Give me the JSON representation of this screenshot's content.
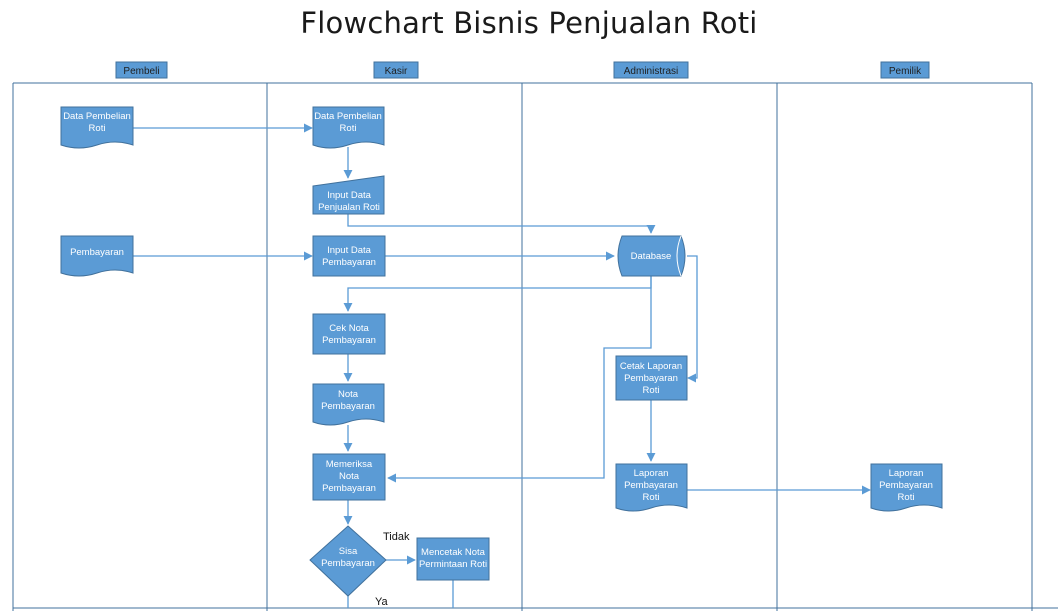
{
  "title": "Flowchart Bisnis Penjualan Roti",
  "lanes": {
    "pembeli": "Pembeli",
    "kasir": "Kasir",
    "administrasi": "Administrasi",
    "pemilik": "Pemilik"
  },
  "nodes": {
    "pembeli_data": [
      "Data Pembelian",
      "Roti"
    ],
    "pembeli_bayar": [
      "Pembayaran"
    ],
    "kasir_data": [
      "Data Pembelian",
      "Roti"
    ],
    "kasir_input_jual": [
      "Input Data",
      "Penjualan Roti"
    ],
    "kasir_input_bayar": [
      "Input Data",
      "Pembayaran"
    ],
    "kasir_cek": [
      "Cek Nota",
      "Pembayaran"
    ],
    "kasir_nota": [
      "Nota",
      "Pembayaran"
    ],
    "kasir_memeriksa": [
      "Memeriksa",
      "Nota",
      "Pembayaran"
    ],
    "kasir_sisa": [
      "Sisa",
      "Pembayaran"
    ],
    "kasir_mencetak": [
      "Mencetak Nota",
      "Permintaan Roti"
    ],
    "admin_db": [
      "Database"
    ],
    "admin_cetak": [
      "Cetak Laporan",
      "Pembayaran",
      "Roti"
    ],
    "admin_laporan": [
      "Laporan",
      "Pembayaran",
      "Roti"
    ],
    "pemilik_laporan": [
      "Laporan",
      "Pembayaran",
      "Roti"
    ]
  },
  "labels": {
    "tidak": "Tidak",
    "ya": "Ya"
  },
  "colors": {
    "shape_fill": "#5b9bd5",
    "shape_stroke": "#41719c",
    "connector": "#5b9bd5"
  }
}
